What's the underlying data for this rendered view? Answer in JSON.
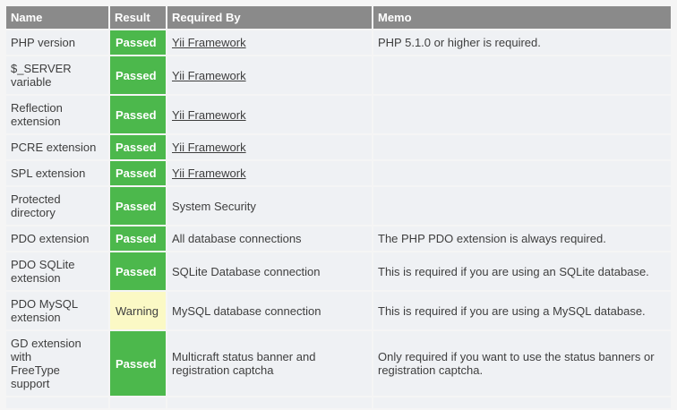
{
  "page": {
    "background_color": "#f5f5f5"
  },
  "table": {
    "columns": [
      "Name",
      "Result",
      "Required By",
      "Memo"
    ],
    "colors": {
      "header_bg": "#8a8a8a",
      "header_text": "#ffffff",
      "row_bg": "#eff1f4",
      "body_text": "#3e3e3e",
      "passed_bg": "#4cb84c",
      "passed_text": "#ffffff",
      "warning_bg": "#fbf9c5",
      "warning_text": "#3e3e3e"
    },
    "rows": [
      {
        "name": "PHP version",
        "result": "Passed",
        "result_type": "passed",
        "required_by": "Yii Framework",
        "required_by_is_link": true,
        "memo": "PHP 5.1.0 or higher is required."
      },
      {
        "name": "$_SERVER variable",
        "result": "Passed",
        "result_type": "passed",
        "required_by": "Yii Framework",
        "required_by_is_link": true,
        "memo": ""
      },
      {
        "name": "Reflection extension",
        "result": "Passed",
        "result_type": "passed",
        "required_by": "Yii Framework",
        "required_by_is_link": true,
        "memo": ""
      },
      {
        "name": "PCRE extension",
        "result": "Passed",
        "result_type": "passed",
        "required_by": "Yii Framework",
        "required_by_is_link": true,
        "memo": ""
      },
      {
        "name": "SPL extension",
        "result": "Passed",
        "result_type": "passed",
        "required_by": "Yii Framework",
        "required_by_is_link": true,
        "memo": ""
      },
      {
        "name": "Protected directory",
        "result": "Passed",
        "result_type": "passed",
        "required_by": "System Security",
        "required_by_is_link": false,
        "memo": ""
      },
      {
        "name": "PDO extension",
        "result": "Passed",
        "result_type": "passed",
        "required_by": "All database connections",
        "required_by_is_link": false,
        "memo": "The PHP PDO extension is always required."
      },
      {
        "name": "PDO SQLite extension",
        "result": "Passed",
        "result_type": "passed",
        "required_by": "SQLite Database connection",
        "required_by_is_link": false,
        "memo": "This is required if you are using an SQLite database."
      },
      {
        "name": "PDO MySQL extension",
        "result": "Warning",
        "result_type": "warning",
        "required_by": "MySQL database connection",
        "required_by_is_link": false,
        "memo": "This is required if you are using a MySQL database."
      },
      {
        "name": "GD extension\nwith\nFreeType\nsupport",
        "result": "Passed",
        "result_type": "passed",
        "required_by": "Multicraft status banner and registration captcha",
        "required_by_is_link": false,
        "memo": "Only required if you want to use the status banners or registration captcha."
      }
    ]
  }
}
